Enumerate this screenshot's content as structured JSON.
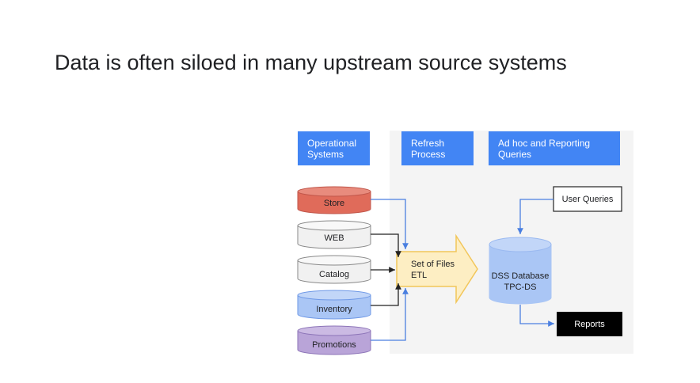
{
  "slide": {
    "title": "Data is often siloed in many upstream source systems"
  },
  "diagram": {
    "columns": [
      {
        "label": "Operational Systems"
      },
      {
        "label": "Refresh Process"
      },
      {
        "label": "Ad hoc and Reporting Queries"
      }
    ],
    "sources": [
      {
        "label": "Store",
        "fill": "#e06b5a",
        "edge": "#c0564a"
      },
      {
        "label": "WEB",
        "fill": "#f1f1f1",
        "edge": "#888888"
      },
      {
        "label": "Catalog",
        "fill": "#f1f1f1",
        "edge": "#888888"
      },
      {
        "label": "Inventory",
        "fill": "#aac6f5",
        "edge": "#6e98e6"
      },
      {
        "label": "Promotions",
        "fill": "#b9a4d8",
        "edge": "#8d75b8"
      }
    ],
    "etl": {
      "line1": "Set of Files",
      "line2": "ETL",
      "fill": "#fdeec3",
      "edge": "#f2c65a"
    },
    "database": {
      "line1": "DSS Database",
      "line2": "TPC-DS",
      "fill": "#aac6f5"
    },
    "user_queries": {
      "label": "User Queries"
    },
    "reports": {
      "label": "Reports"
    },
    "colors": {
      "header": "#4285f4",
      "panel": "#f4f4f4",
      "arrow_blue": "#4a7fe0",
      "arrow_black": "#222222"
    }
  }
}
